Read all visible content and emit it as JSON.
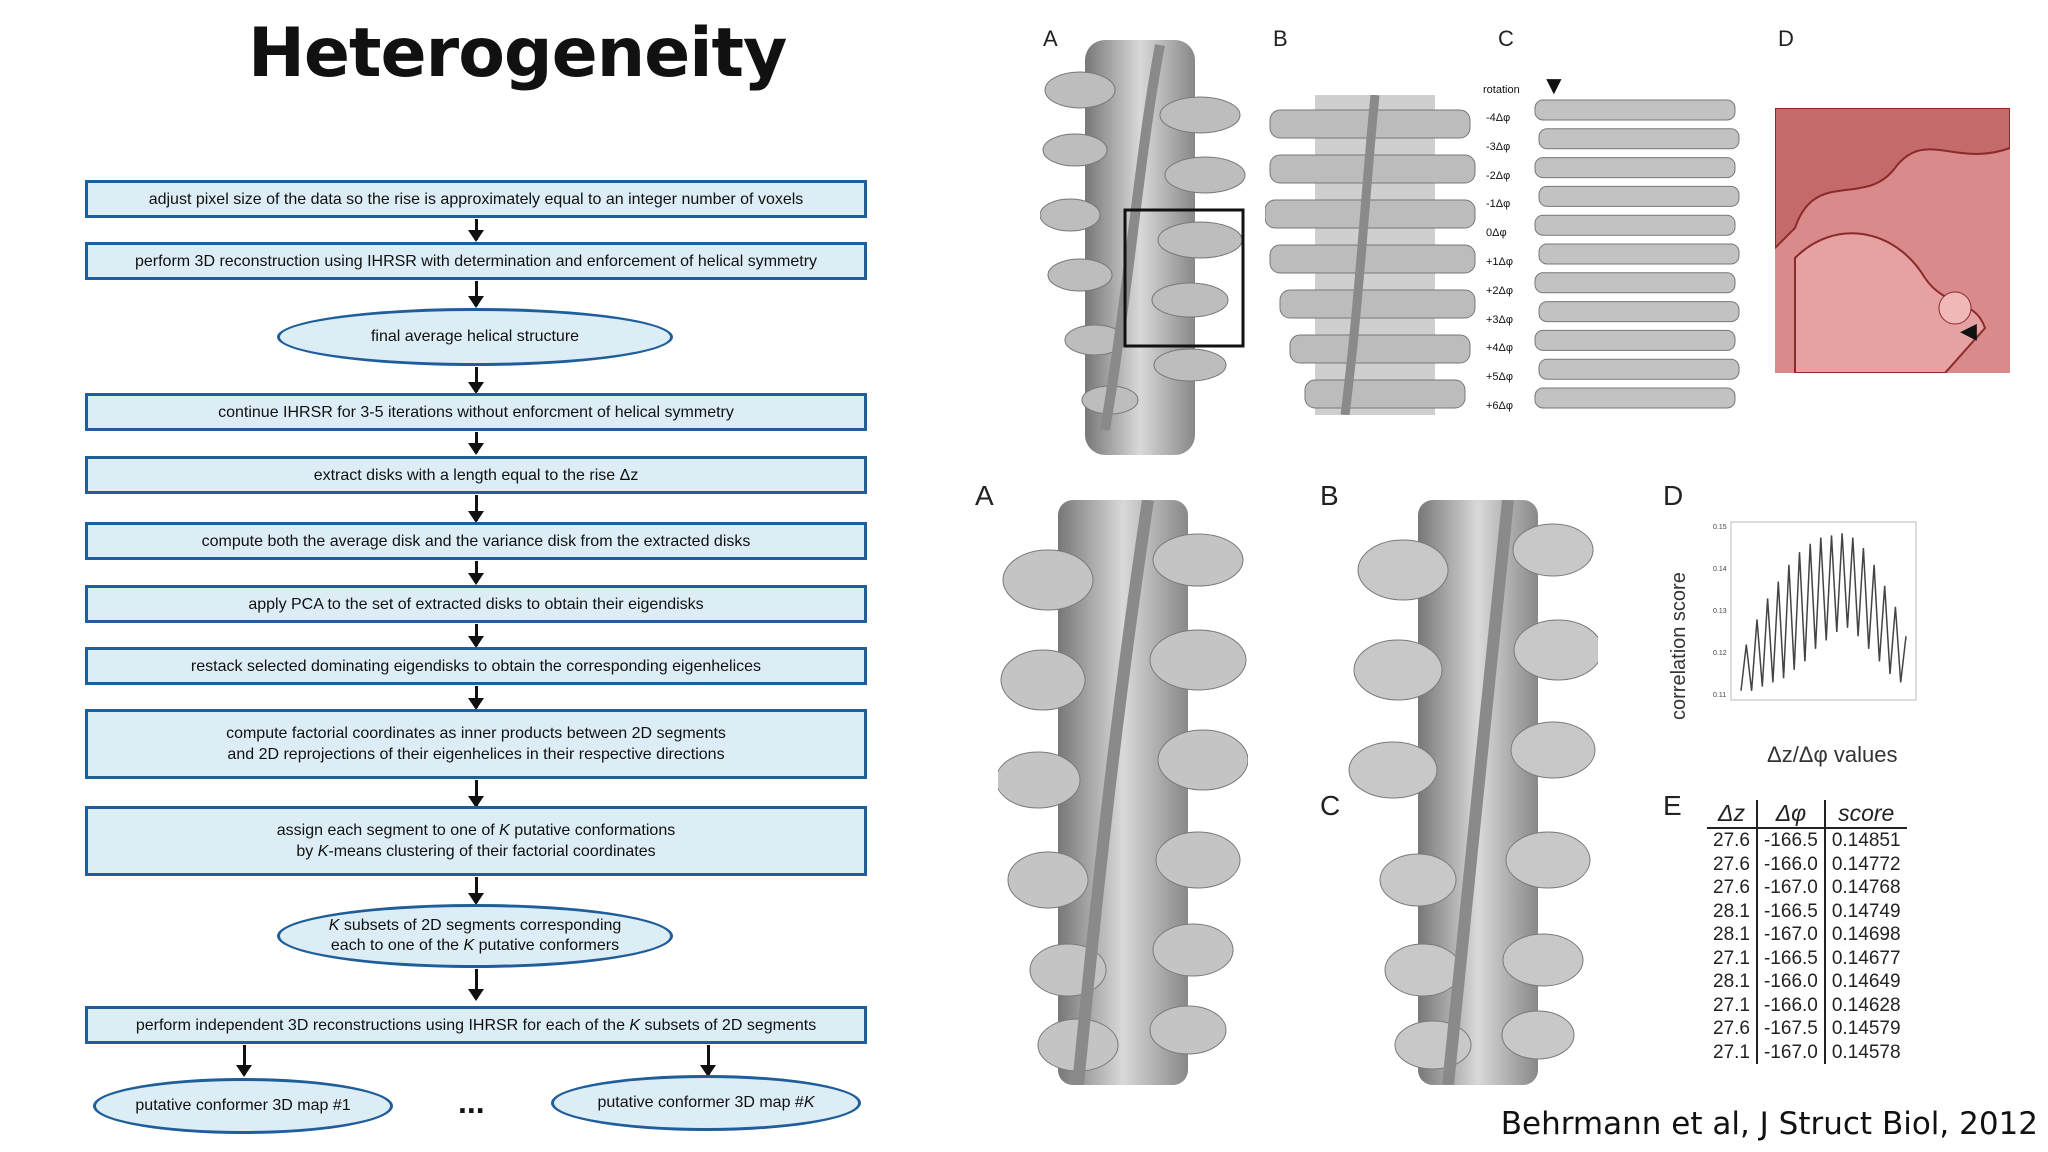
{
  "title": "Heterogeneity",
  "flow": {
    "steps": [
      "adjust pixel size of the data so the rise is approximately equal to an integer number of voxels",
      "perform 3D reconstruction using IHRSR with determination and enforcement of helical symmetry",
      "final average helical structure",
      "continue IHRSR for 3-5 iterations without enforcment of helical symmetry",
      "extract disks with a length equal to the rise Δz",
      "compute both the average disk and the variance disk from the extracted disks",
      "apply PCA to the set of extracted disks to obtain their eigendisks",
      "restack selected dominating eigendisks to obtain the corresponding eigenhelices",
      "compute factorial coordinates as inner products between 2D segments",
      "and 2D reprojections of their eigenhelices in their respective directions",
      "assign each segment to one of",
      "K",
      "putative conformations",
      "by",
      "K",
      "-means clustering of their factorial coordinates",
      "subsets of 2D segments corresponding",
      "each to one of the",
      "putative conformers",
      "perform independent 3D reconstructions using IHRSR for each of the",
      "subsets of 2D segments",
      "putative conformer 3D map #1",
      "...",
      "putative conformer 3D map #",
      "K"
    ]
  },
  "figure_top": {
    "labels": [
      "A",
      "B",
      "C",
      "D"
    ],
    "rotation_label": "rotation",
    "rotations": [
      "-4Δφ",
      "-3Δφ",
      "-2Δφ",
      "-1Δφ",
      "0Δφ",
      "+1Δφ",
      "+2Δφ",
      "+3Δφ",
      "+4Δφ",
      "+5Δφ",
      "+6Δφ"
    ]
  },
  "figure_bottom": {
    "labels": [
      "A",
      "B",
      "C",
      "D",
      "E"
    ]
  },
  "chart_data": {
    "type": "line",
    "ylabel": "correlation score",
    "xlabel": "Δz/Δφ values",
    "yticks": [
      "0.15",
      "0.14",
      "0.13",
      "0.12",
      "0.11"
    ],
    "ylim": [
      0.11,
      0.15
    ],
    "values": [
      0.111,
      0.122,
      0.111,
      0.128,
      0.112,
      0.133,
      0.113,
      0.137,
      0.114,
      0.141,
      0.116,
      0.144,
      0.118,
      0.146,
      0.121,
      0.1475,
      0.123,
      0.148,
      0.125,
      0.1485,
      0.126,
      0.1475,
      0.124,
      0.145,
      0.121,
      0.141,
      0.118,
      0.136,
      0.115,
      0.131,
      0.113,
      0.124
    ]
  },
  "table": {
    "headers": [
      "Δz",
      "Δφ",
      "score"
    ],
    "rows": [
      [
        "27.6",
        "-166.5",
        "0.14851"
      ],
      [
        "27.6",
        "-166.0",
        "0.14772"
      ],
      [
        "27.6",
        "-167.0",
        "0.14768"
      ],
      [
        "28.1",
        "-166.5",
        "0.14749"
      ],
      [
        "28.1",
        "-167.0",
        "0.14698"
      ],
      [
        "27.1",
        "-166.5",
        "0.14677"
      ],
      [
        "28.1",
        "-166.0",
        "0.14649"
      ],
      [
        "27.1",
        "-166.0",
        "0.14628"
      ],
      [
        "27.6",
        "-167.5",
        "0.14579"
      ],
      [
        "27.1",
        "-167.0",
        "0.14578"
      ]
    ]
  },
  "citation": "Behrmann et al, J Struct Biol, 2012"
}
